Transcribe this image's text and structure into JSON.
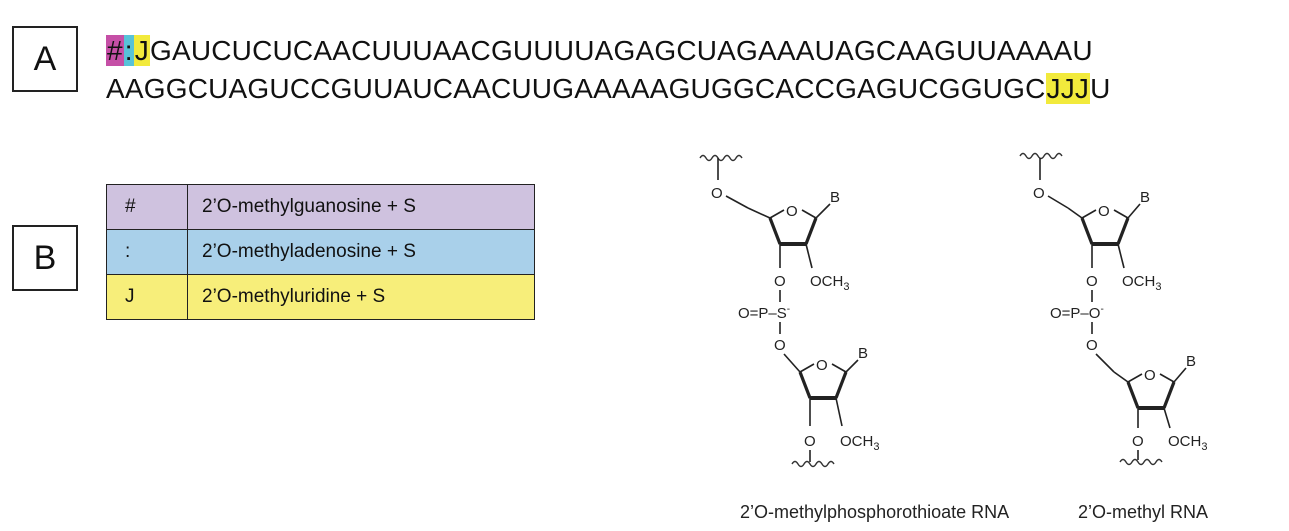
{
  "panels": {
    "a_label": "A",
    "b_label": "B"
  },
  "sequence": {
    "line1": [
      {
        "text": "#",
        "mod": "mg"
      },
      {
        "text": ":",
        "mod": "ma"
      },
      {
        "text": "J",
        "mod": "mu"
      },
      {
        "text": "GAUCUCUCAACUUUAACGUUUUAGAGCUAGAAAUAGCAAGUUAAAAU",
        "mod": ""
      }
    ],
    "line2": [
      {
        "text": "AAGGCUAGUCCGUUAUCAACUUGAAAAAGUGGCACCGAGUCGGUGC",
        "mod": ""
      },
      {
        "text": "JJJ",
        "mod": "mu"
      },
      {
        "text": "U",
        "mod": ""
      }
    ]
  },
  "legend": [
    {
      "symbol": "#",
      "description": "2’O-methylguanosine + S",
      "color": "#cfc2df"
    },
    {
      "symbol": ":",
      "description": "2’O-methyladenosine + S",
      "color": "#a9d0ea"
    },
    {
      "symbol": "J",
      "description": "2’O-methyluridine + S",
      "color": "#f7ee7a"
    }
  ],
  "highlight_colors": {
    "mg": "#c54fa6",
    "ma": "#58c2d8",
    "mu": "#f2ea3c"
  },
  "structures": [
    {
      "caption": "2’O-methylphosphorothioate RNA",
      "base": "B",
      "ring_oxygen": "O",
      "methoxy": "OCH",
      "methoxy_sub": "3",
      "linker_oxygen": "O",
      "phosphate": "O=P–S",
      "charge": "-"
    },
    {
      "caption": "2’O-methyl RNA",
      "base": "B",
      "ring_oxygen": "O",
      "methoxy": "OCH",
      "methoxy_sub": "3",
      "linker_oxygen": "O",
      "phosphate": "O=P–O",
      "charge": "-"
    }
  ]
}
